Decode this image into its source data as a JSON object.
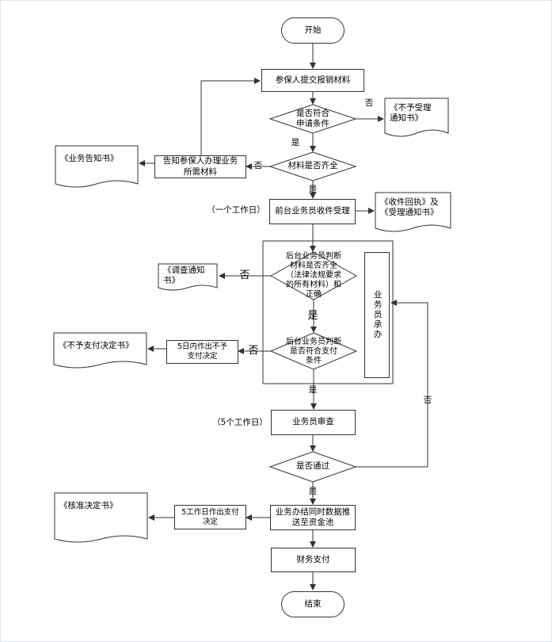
{
  "start": "开始",
  "end": "结束",
  "steps": {
    "submit": "参保人提交报销材料",
    "notify_materials": "告知参保人办理业务\n所需材料",
    "front_accept": "前台业务员收件受理",
    "officer_review": "业务员审查",
    "pool": "业务办结同时数据推\n送至资金池",
    "finance_pay": "财务支付",
    "no_pay_5d": "5日内作出不予\n支付决定",
    "pay_5d": "5工作日作出支付\n决定",
    "officer_in_charge": "业务员承办"
  },
  "decisions": {
    "eligible": "是否符合\n申请条件",
    "complete": "材料是否齐全",
    "backend_judge": "后台业务员判断\n材料是否齐全\n（法律法规要求\n的所有材料）和\n正确",
    "meets_payment": "后台业务员判断\n是否符合支付\n条件",
    "passed": "是否通过"
  },
  "documents": {
    "no_accept": "《不予受理\n通知书》",
    "business_notice": "《业务告知书》",
    "receipt": "《收件回执》及\n《受理通知书》",
    "investigation": "《调查通知\n书》",
    "no_pay": "《不予支付决定书》",
    "approval": "《核准决定书》"
  },
  "time_notes": {
    "one_day": "（一个工作日）",
    "five_days": "（5个工作日）"
  },
  "edge_labels": {
    "yes": "是",
    "no": "否"
  },
  "colors": {
    "line": "#333333",
    "page_bg": "#ffffff",
    "frame": "#dfe6ee"
  }
}
